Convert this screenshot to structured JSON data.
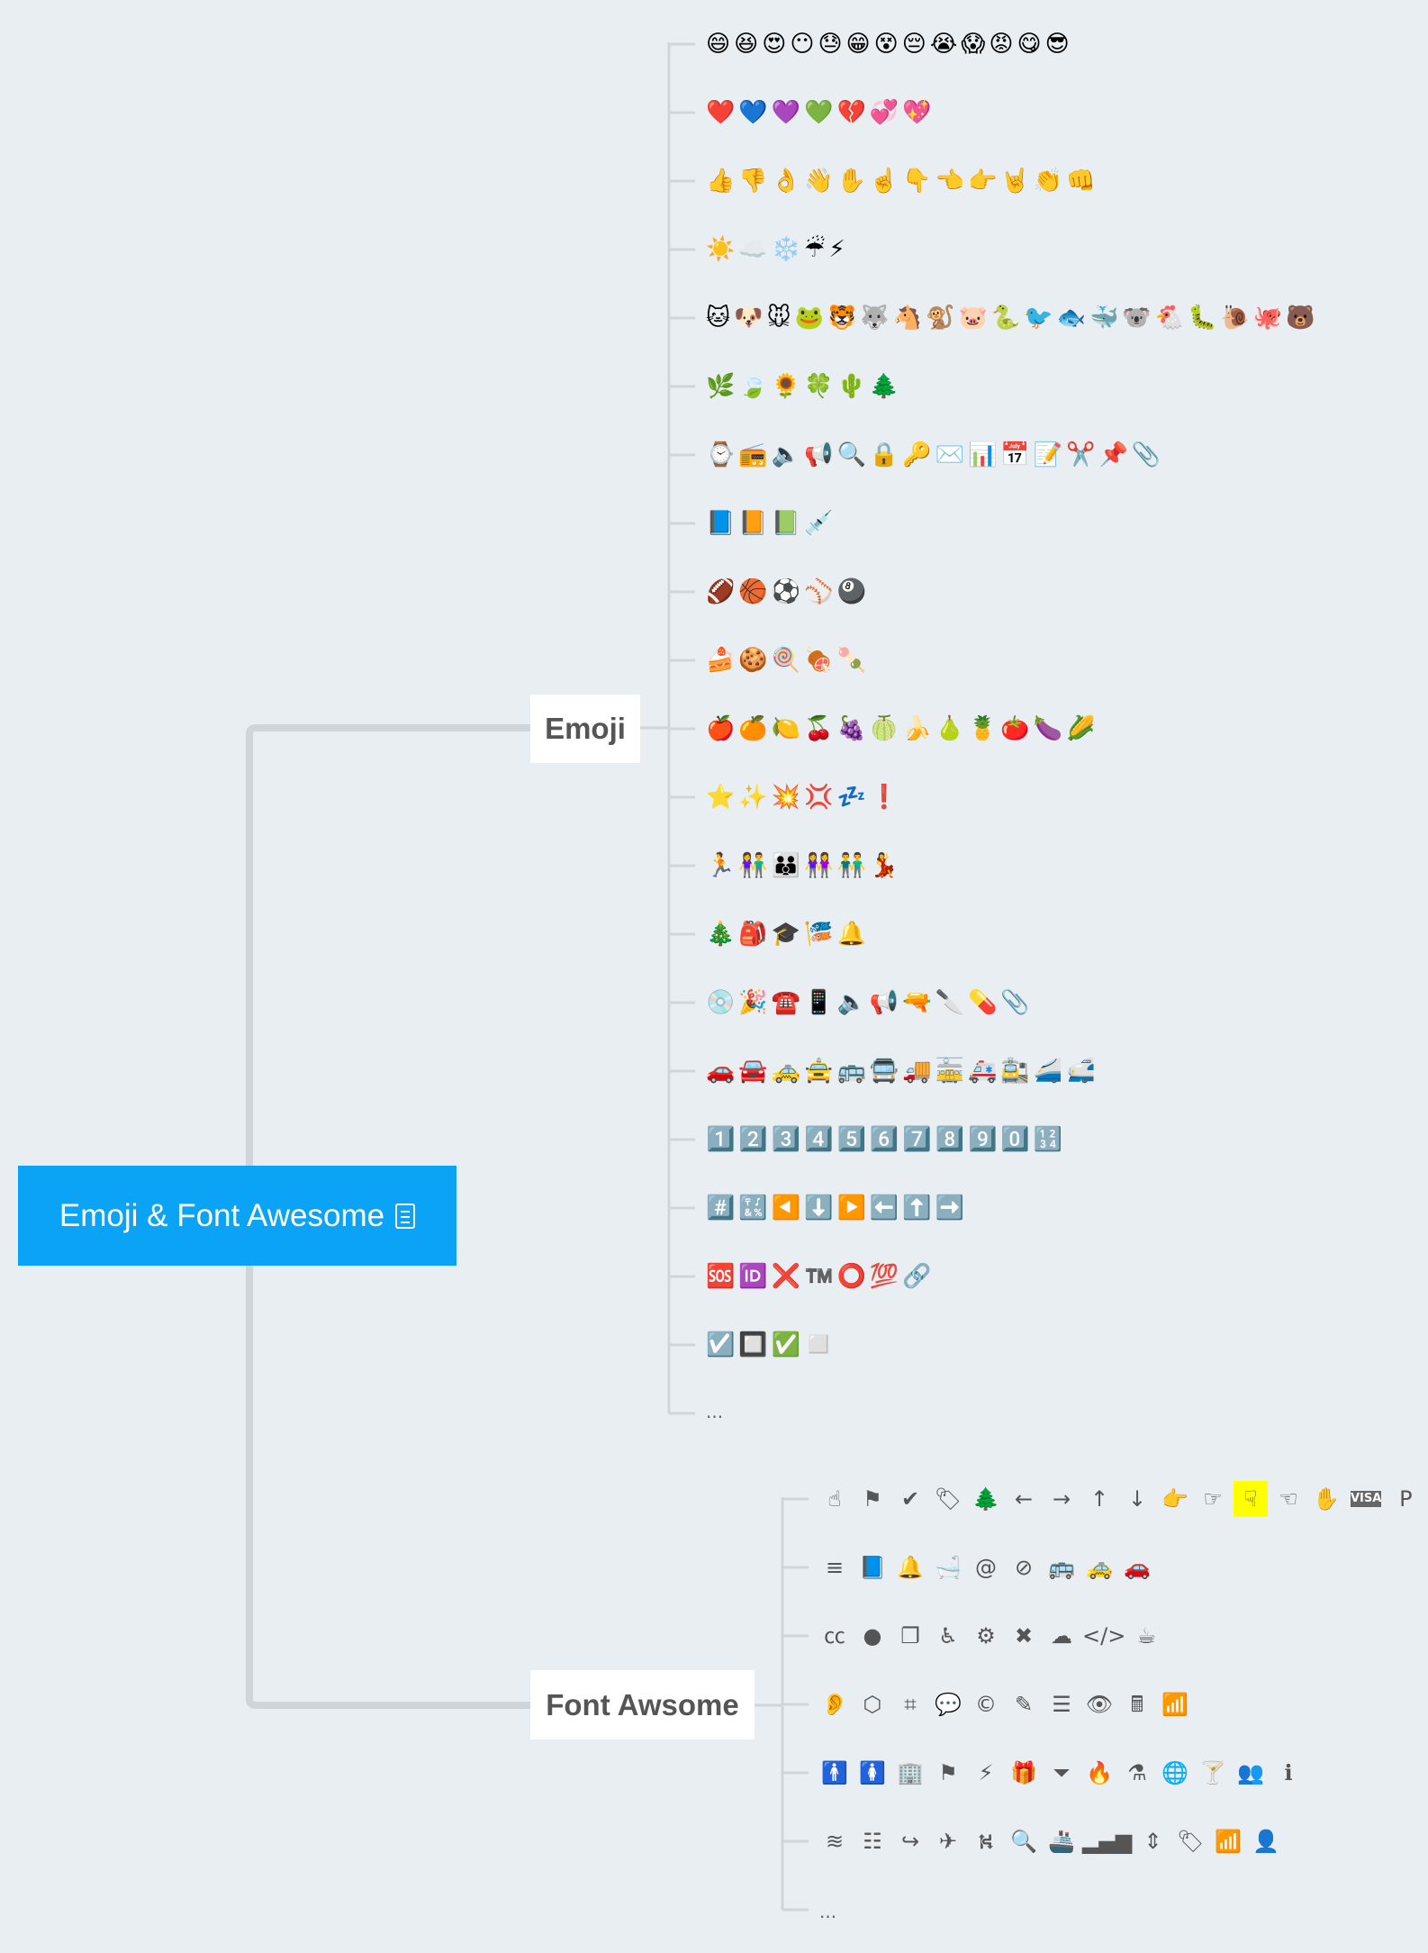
{
  "root": {
    "label": "Emoji & Font Awesome",
    "note_icon": "notes-icon",
    "color": "#0aa3f5"
  },
  "branches": {
    "emoji": "Emoji",
    "font_awesome": "Font Awsome"
  },
  "emoji_rows": [
    [
      "😄",
      "😆",
      "😍",
      "😶",
      "😓",
      "😁",
      "😵",
      "😔",
      "😭",
      "😱",
      "😡",
      "😋",
      "😎"
    ],
    [
      "❤️",
      "💙",
      "💜",
      "💚",
      "💔",
      "💞",
      "💖"
    ],
    [
      "👍",
      "👎",
      "👌",
      "👋",
      "✋",
      "☝️",
      "👇",
      "👈",
      "👉",
      "🤘",
      "👏",
      "👊"
    ],
    [
      "☀️",
      "☁️",
      "❄️",
      "☔",
      "⚡"
    ],
    [
      "🐱",
      "🐶",
      "🐭",
      "🐸",
      "🐯",
      "🐺",
      "🐴",
      "🐒",
      "🐷",
      "🐍",
      "🐦",
      "🐟",
      "🐳",
      "🐨",
      "🐔",
      "🐛",
      "🐌",
      "🐙",
      "🐻"
    ],
    [
      "🌿",
      "🍃",
      "🌻",
      "🍀",
      "🌵",
      "🌲"
    ],
    [
      "⌚",
      "📻",
      "🔈",
      "📢",
      "🔍",
      "🔒",
      "🔑",
      "✉️",
      "📊",
      "📅",
      "📝",
      "✂️",
      "📌",
      "📎"
    ],
    [
      "📘",
      "📙",
      "📗",
      "💉"
    ],
    [
      "🏈",
      "🏀",
      "⚽",
      "⚾",
      "🎱"
    ],
    [
      "🍰",
      "🍪",
      "🍭",
      "🍖",
      "🍡"
    ],
    [
      "🍎",
      "🍊",
      "🍋",
      "🍒",
      "🍇",
      "🍈",
      "🍌",
      "🍐",
      "🍍",
      "🍅",
      "🍆",
      "🌽"
    ],
    [
      "⭐",
      "✨",
      "💥",
      "💢",
      "💤",
      "❗"
    ],
    [
      "🏃",
      "👫",
      "👪",
      "👭",
      "👬",
      "💃"
    ],
    [
      "🎄",
      "🎒",
      "🎓",
      "🎏",
      "🔔"
    ],
    [
      "💿",
      "🎉",
      "☎️",
      "📱",
      "🔈",
      "📢",
      "🔫",
      "🔪",
      "💊",
      "📎"
    ],
    [
      "🚗",
      "🚘",
      "🚕",
      "🚖",
      "🚌",
      "🚍",
      "🚚",
      "🚋",
      "🚑",
      "🚉",
      "🚄",
      "🚅"
    ],
    [
      "1️⃣",
      "2️⃣",
      "3️⃣",
      "4️⃣",
      "5️⃣",
      "6️⃣",
      "7️⃣",
      "8️⃣",
      "9️⃣",
      "0️⃣",
      "🔢"
    ],
    [
      "#️⃣",
      "🔣",
      "◀️",
      "⬇️",
      "▶️",
      "⬅️",
      "⬆️",
      "➡️"
    ],
    [
      "🆘",
      "🆔",
      "❌",
      "™️",
      "⭕",
      "💯",
      "🔗"
    ],
    [
      "☑️",
      "🔲",
      "✅",
      "◻️"
    ]
  ],
  "emoji_more": "...",
  "fa_rows": [
    [
      "☝",
      "⚑",
      "✔",
      "🏷",
      "🌲",
      "←",
      "→",
      "↑",
      "↓",
      "👉",
      "☞",
      "☟",
      "☜",
      "✋",
      "VISA",
      "P",
      "▭"
    ],
    [
      "≡",
      "📘",
      "🔔",
      "🛁",
      "@",
      "⊘",
      "🚌",
      "🚕",
      "🚗"
    ],
    [
      "㏄",
      "●",
      "❐",
      "♿",
      "⚙",
      "✖",
      "☁",
      "</>",
      "☕"
    ],
    [
      "👂",
      "⬡",
      "⌗",
      "💬",
      "©",
      "✎",
      "☰",
      "👁",
      "🖩",
      "📶"
    ],
    [
      "🚹",
      "🚺",
      "🏢",
      "⚑",
      "⚡",
      "🎁",
      "⏷",
      "🔥",
      "⚗",
      "🌐",
      "🍸",
      "👥",
      "ℹ"
    ],
    [
      "≋",
      "☷",
      "↪",
      "✈",
      "⛕",
      "🔍",
      "🚢",
      "▂▄▆",
      "⇕",
      "🏷",
      "📶",
      "👤"
    ]
  ],
  "fa_highlight": {
    "row": 0,
    "index": 11,
    "color": "#ffff00"
  },
  "fa_more": "..."
}
